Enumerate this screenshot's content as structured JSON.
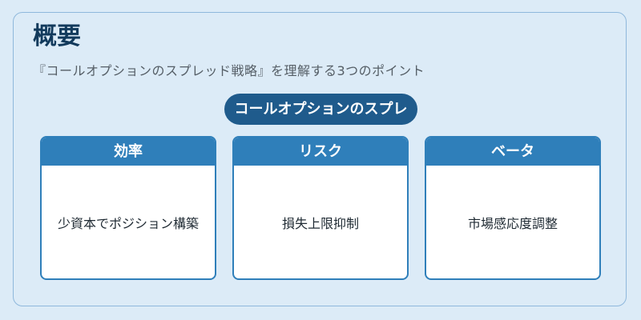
{
  "header": {
    "title": "概要",
    "subtitle": "『コールオプションのスプレッド戦略』を理解する3つのポイント"
  },
  "topic_pill": {
    "label": "コールオプションのスプレ"
  },
  "cards": [
    {
      "heading": "効率",
      "body": "少資本でポジション構築"
    },
    {
      "heading": "リスク",
      "body": "損失上限抑制"
    },
    {
      "heading": "ベータ",
      "body": "市場感応度調整"
    }
  ],
  "colors": {
    "background": "#dcebf7",
    "panel_border": "#8fb8dc",
    "pill": "#1f5b8c",
    "card_accent": "#2f7fba",
    "title_text": "#123a5c"
  }
}
